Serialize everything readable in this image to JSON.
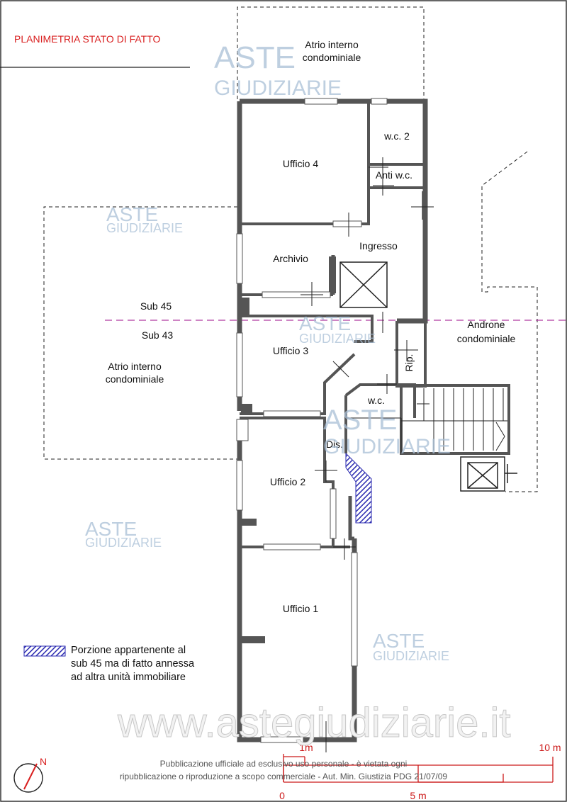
{
  "title": "PLANIMETRIA STATO DI FATTO",
  "rooms": {
    "atrio_top_1": "Atrio interno",
    "atrio_top_2": "condominiale",
    "ufficio4": "Ufficio 4",
    "wc2": "w.c. 2",
    "anti_wc": "Anti w.c.",
    "archivio": "Archivio",
    "ingresso": "Ingresso",
    "ufficio3": "Ufficio 3",
    "rip": "Rip.",
    "wc": "w.c.",
    "dis": "Dis.",
    "ufficio2": "Ufficio 2",
    "ufficio1": "Ufficio 1",
    "atrio_left_1": "Atrio interno",
    "atrio_left_2": "condominiale",
    "androne_1": "Androne",
    "androne_2": "condominiale"
  },
  "sub_labels": {
    "upper": "Sub 45",
    "lower": "Sub 43"
  },
  "legend": {
    "line1": "Porzione appartenente al",
    "line2": "sub 45 ma di fatto annessa",
    "line3": "ad altra unità immobiliare",
    "swatch_color": "#2a2ab0"
  },
  "scale": {
    "label_0": "0",
    "label_1m": "1m",
    "label_5m": "5 m",
    "label_10m": "10 m"
  },
  "north": "N",
  "watermark": {
    "aste": "ASTE",
    "giudiziarie": "GIUDIZIARIE",
    "site": "www.astegiudiziarie.it"
  },
  "footer": {
    "line1": "Pubblicazione ufficiale ad esclusivo uso personale - è vietata ogni",
    "line2": "ripubblicazione o riproduzione a scopo commerciale - Aut. Min. Giustizia PDG 21/07/09"
  },
  "colors": {
    "wall": "#555555",
    "title": "#d92020",
    "sub_line": "#b03aa0",
    "scale": "#cc1a1a",
    "hatch": "#2a2ab0"
  }
}
